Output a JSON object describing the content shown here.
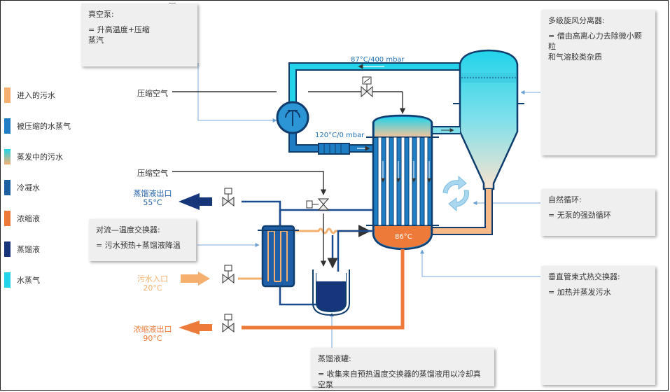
{
  "legend": [
    {
      "label": "进入的污水",
      "color": "#f5b06f"
    },
    {
      "label": "被压缩的水蒸气",
      "color": "#1f7dc4"
    },
    {
      "label": "蒸发中的污水",
      "color": "#6fd6e2"
    },
    {
      "label": "冷凝水",
      "color": "#1d5fa0"
    },
    {
      "label": "浓缩液",
      "color": "#ee7a3a"
    },
    {
      "label": "蒸馏液",
      "color": "#16357a"
    },
    {
      "label": "水蒸气",
      "color": "#22d3ea"
    }
  ],
  "vacuum_pump": {
    "title": "真空泵:",
    "desc": "= 升高温度+压缩\n蒸汽"
  },
  "cyclone": {
    "title": "多级旋风分离器:",
    "desc": "= 借由高离心力去除微小颗粒\n和气溶胶类杂质"
  },
  "natural_circulation": {
    "title": "自然循环:",
    "desc": "= 无泵的强劲循环"
  },
  "heat_exchanger": {
    "title": "对流—温度交换器:",
    "desc": "= 污水预热+蒸馏液降温"
  },
  "vertical_exchanger": {
    "title": "垂直管束式热交换器:",
    "desc": "= 加热并蒸发污水"
  },
  "distillate_tank": {
    "title": "蒸馏液罐:",
    "desc": "= 收集来自预热温度交换器的蒸馏液用以冷却真空泵"
  },
  "labels": {
    "compressed_air_1": "压缩空气",
    "compressed_air_2": "压缩空气",
    "steam_top": "87°C/400 mbar",
    "steam_mid": "120°C/0 mbar",
    "sump_temp": "86°C",
    "distillate_out": "蒸馏液出口",
    "distillate_temp": "55°C",
    "wastewater_in": "污水入口",
    "wastewater_temp": "20°C",
    "concentrate_out": "浓缩液出口",
    "concentrate_temp": "90°C"
  },
  "colors": {
    "steam": "#22d3ea",
    "compressed_vapor": "#1f7dc4",
    "distillate": "#16357a",
    "concentrate": "#ee7a3a",
    "feed": "#f5b06f",
    "condensate": "#1d5fa0"
  }
}
